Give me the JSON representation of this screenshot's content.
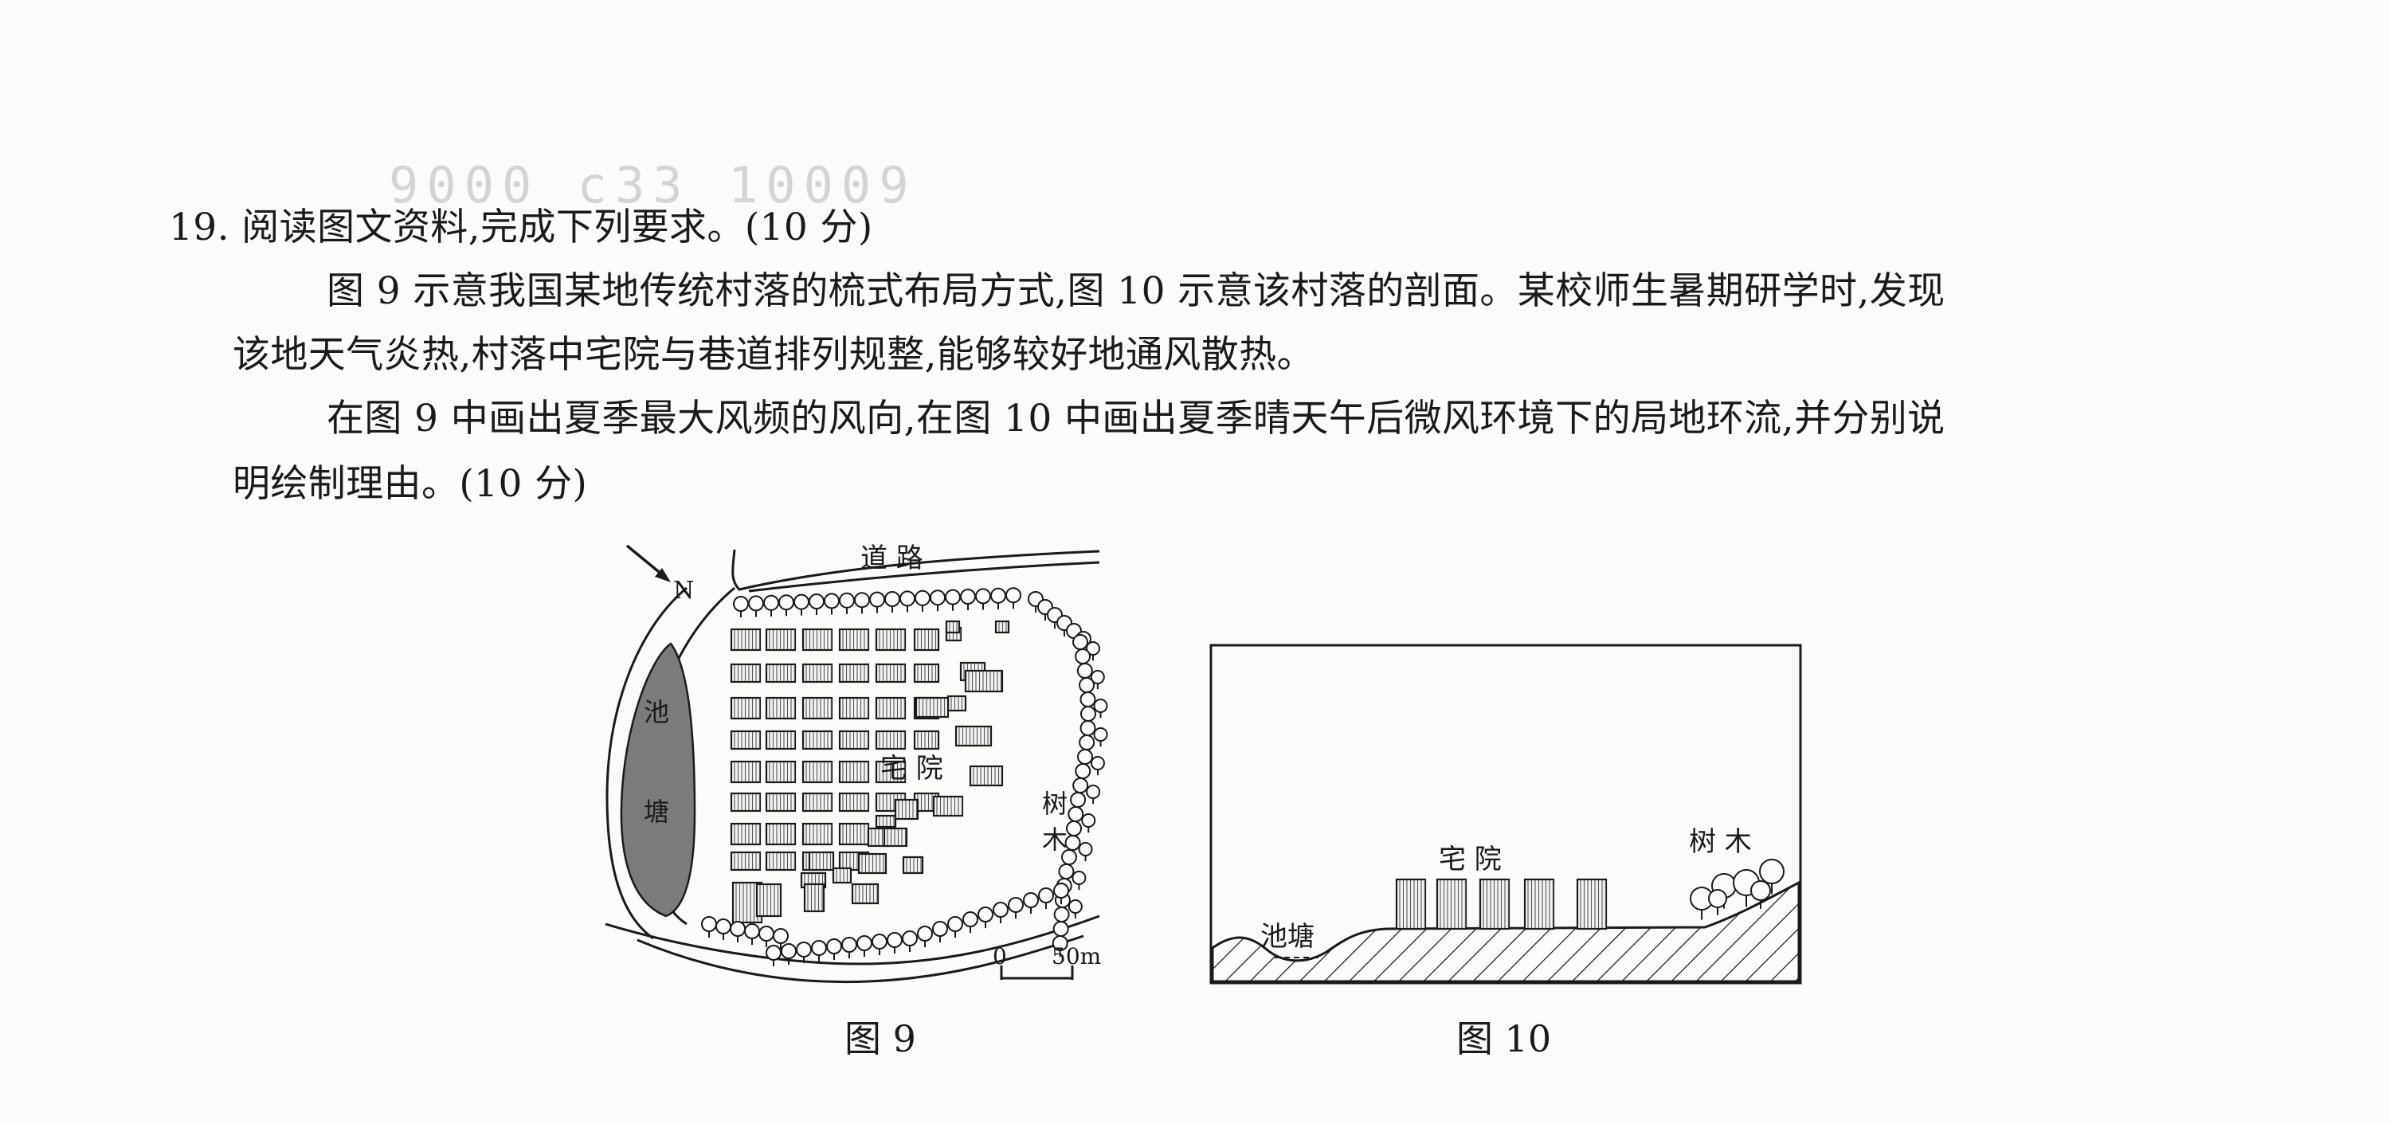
{
  "question": {
    "stem": "19. 阅读图文资料,完成下列要求。(10 分)",
    "para1_line1": "图 9 示意我国某地传统村落的梳式布局方式,图 10 示意该村落的剖面。某校师生暑期研学时,发现",
    "para1_line2": "该地天气炎热,村落中宅院与巷道排列规整,能够较好地通风散热。",
    "para2_line1": "在图 9 中画出夏季最大风频的风向,在图 10 中画出夏季晴天午后微风环境下的局地环流,并分别说",
    "para2_line2": "明绘制理由。(10 分)"
  },
  "ghost_text": "9000 c33 10009",
  "fig9": {
    "caption": "图 9",
    "north_label": "N",
    "road_label": "道  路",
    "pond_char1": "池",
    "pond_char2": "塘",
    "houses_label": "宅 院",
    "trees_char1": "树",
    "trees_char2": "木",
    "scale_zero": "0",
    "scale_value": "50m"
  },
  "fig10": {
    "caption": "图 10",
    "houses_label": "宅  院",
    "trees_label": "树 木",
    "pond_label": "池塘"
  }
}
